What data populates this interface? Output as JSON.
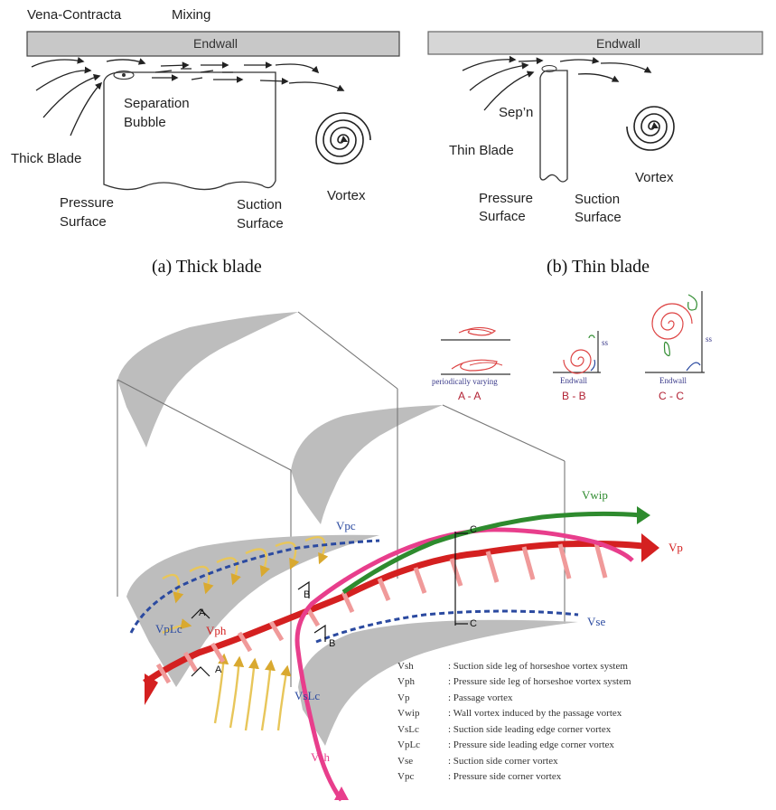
{
  "panel_a": {
    "endwall": "Endwall",
    "vena_contracta": "Vena-Contracta",
    "mixing": "Mixing",
    "separation_bubble_line1": "Separation",
    "separation_bubble_line2": "Bubble",
    "thick_blade": "Thick Blade",
    "pressure_surface_line1": "Pressure",
    "pressure_surface_line2": "Surface",
    "suction_surface_line1": "Suction",
    "suction_surface_line2": "Surface",
    "vortex": "Vortex",
    "caption": "(a) Thick blade"
  },
  "panel_b": {
    "endwall": "Endwall",
    "sep": "Sep’n",
    "thin_blade": "Thin Blade",
    "pressure_surface_line1": "Pressure",
    "pressure_surface_line2": "Surface",
    "suction_surface_line1": "Suction",
    "suction_surface_line2": "Surface",
    "vortex": "Vortex",
    "caption": "(b) Thin blade"
  },
  "sections": {
    "aa_note": "periodically varying",
    "aa_label": "A - A",
    "bb_wall": "Endwall",
    "bb_ss": "ss",
    "bb_label": "B - B",
    "cc_wall": "Endwall",
    "cc_ss": "ss",
    "cc_label": "C - C"
  },
  "cuts": {
    "a": "A",
    "b": "B",
    "c": "C"
  },
  "vortex_labels": {
    "vwip": "Vwip",
    "vpc": "Vpc",
    "vp": "Vp",
    "vse": "Vse",
    "vplc": "VpLc",
    "vph": "Vph",
    "vslc": "VsLc",
    "vsh": "Vsh"
  },
  "legend": [
    {
      "symbol": "Vsh",
      "desc": ": Suction side leg of horseshoe vortex system"
    },
    {
      "symbol": "Vph",
      "desc": ": Pressure side leg of horseshoe vortex system"
    },
    {
      "symbol": "Vp",
      "desc": ": Passage vortex"
    },
    {
      "symbol": "Vwip",
      "desc": ": Wall vortex induced by the passage vortex"
    },
    {
      "symbol": "VsLc",
      "desc": ": Suction side leading edge corner vortex"
    },
    {
      "symbol": "VpLc",
      "desc": ": Pressure side leading edge corner vortex"
    },
    {
      "symbol": "Vse",
      "desc": ": Suction side corner vortex"
    },
    {
      "symbol": "Vpc",
      "desc": ": Pressure side corner vortex"
    }
  ],
  "colors": {
    "endwall_fill": "#c8c8c8",
    "blade_gray": "#bdbdbd",
    "red_vortex": "#d42020",
    "pink_vortex": "#e83e8c",
    "green_vortex": "#2e8b2e",
    "blue_vortex": "#2b4aa0",
    "yellow_flow": "#e8c65a"
  }
}
